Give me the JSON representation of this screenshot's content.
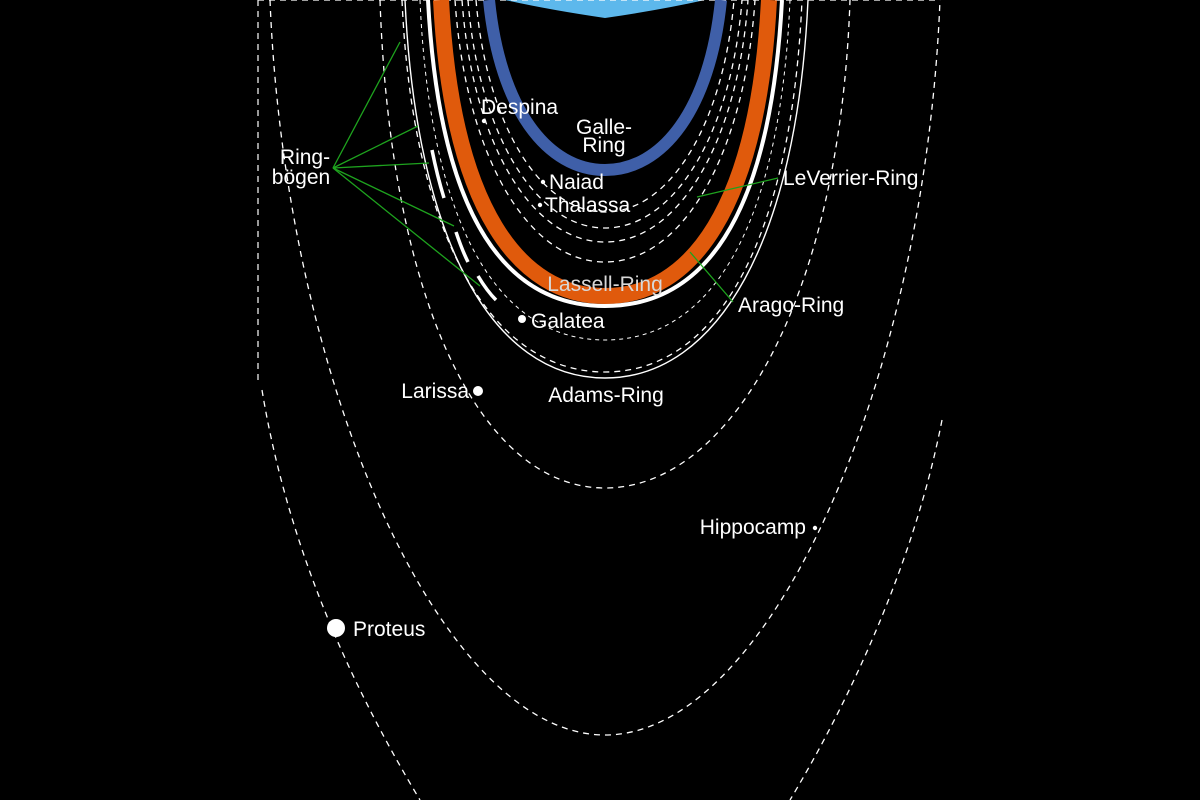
{
  "colors": {
    "background": "#000000",
    "planet": "#5db8ec",
    "galle_ring": "#3f5fa8",
    "lassell_ring": "#e05a0c",
    "le_verrier_ring": "#ffffff",
    "adams_ring": "#ffffff",
    "orbit_line": "#ffffff",
    "pointer_line": "#1ea31e"
  },
  "planet": {
    "icon": "neptune-disk"
  },
  "labels": {
    "ring_arcs_line1": "Ring-",
    "ring_arcs_line2": "bögen",
    "despina": "Despina",
    "galle_line1": "Galle-",
    "galle_line2": "Ring",
    "naiad": "Naiad",
    "thalassa": "Thalassa",
    "le_verrier": "LeVerrier-Ring",
    "lassell": "Lassell-Ring",
    "arago": "Arago-Ring",
    "galatea": "Galatea",
    "larissa": "Larissa",
    "adams": "Adams-Ring",
    "hippocamp": "Hippocamp",
    "proteus": "Proteus"
  }
}
